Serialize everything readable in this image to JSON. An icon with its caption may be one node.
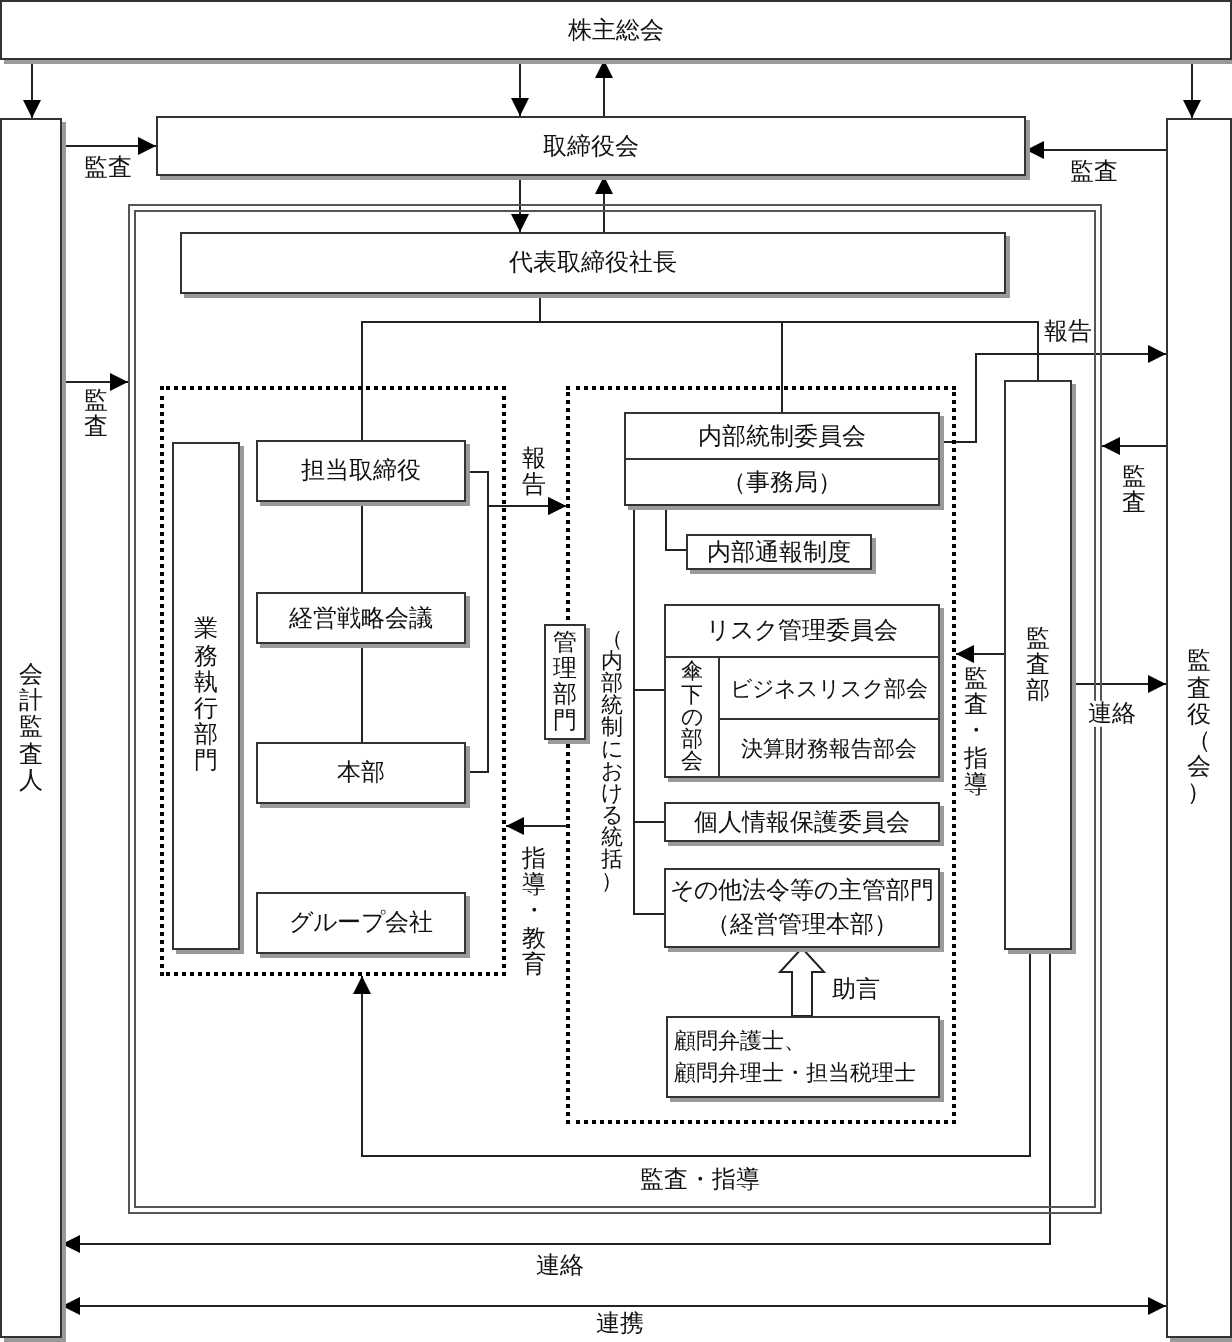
{
  "diagram": {
    "nodes": [
      {
        "text": [
          "株主総会"
        ]
      },
      {
        "text": [
          "会計監査人"
        ]
      },
      {
        "text": [
          "監査役（会）"
        ]
      },
      {
        "text": [
          "取締役会"
        ]
      },
      {
        "text": [],
        "shape": "box"
      },
      {
        "text": [
          "代表取締役社長"
        ],
        "in": 4
      },
      {
        "text": [],
        "shape": "box",
        "in": 4
      },
      {
        "text": [
          "業務執行部門"
        ],
        "in": 6
      },
      {
        "text": [
          "担当取締役"
        ],
        "in": 6
      },
      {
        "text": [
          "経営戦略会議"
        ],
        "in": 6
      },
      {
        "text": [
          "本部"
        ],
        "in": 6
      },
      {
        "text": [
          "グループ会社"
        ],
        "in": 6
      },
      {
        "text": [],
        "shape": "box",
        "in": 4
      },
      {
        "text": [
          "管理部門"
        ],
        "in": 4
      },
      {
        "text": [
          "内部統制委員会",
          "（事務局）"
        ],
        "in": 12
      },
      {
        "text": [
          "内部通報制度"
        ],
        "in": 12
      },
      {
        "text": [
          "リスク管理委員会",
          "傘下の部会",
          "ビジネスリスク部会",
          "決算財務報告部会"
        ],
        "in": 12
      },
      {
        "text": [
          "個人情報保護委員会"
        ],
        "in": 12
      },
      {
        "text": [
          "その他法令等の主管部門",
          "（経営管理本部）"
        ],
        "in": 12
      },
      {
        "text": [
          "顧問弁護士、顧問弁理士・担当税理士"
        ],
        "in": 12
      },
      {
        "text": [
          "監査部"
        ],
        "in": 4
      }
    ],
    "edges": [
      {
        "from": 0,
        "to": 1,
        "arrow": "to"
      },
      {
        "from": 0,
        "to": 3,
        "arrow": "to"
      },
      {
        "from": 3,
        "to": 0,
        "arrow": "to"
      },
      {
        "from": 0,
        "to": 2,
        "arrow": "to"
      },
      {
        "from": 1,
        "to": 3,
        "arrow": "to",
        "label": "監査"
      },
      {
        "from": 2,
        "to": 3,
        "arrow": "to",
        "label": "監査"
      },
      {
        "from": 3,
        "to": 5,
        "arrow": "to"
      },
      {
        "from": 5,
        "to": 3,
        "arrow": "to"
      },
      {
        "from": 1,
        "to": 4,
        "arrow": "to",
        "label": "監査"
      },
      {
        "from": 5,
        "to": 8,
        "arrow": "none"
      },
      {
        "from": 5,
        "to": 14,
        "arrow": "none"
      },
      {
        "from": 5,
        "to": 20,
        "arrow": "none"
      },
      {
        "from": 8,
        "to": 9,
        "arrow": "none"
      },
      {
        "from": 9,
        "to": 10,
        "arrow": "none"
      },
      {
        "from": 8,
        "to": 12,
        "arrow": "to",
        "label": "報告"
      },
      {
        "from": 10,
        "to": 12,
        "arrow": "to"
      },
      {
        "from": 12,
        "to": 6,
        "arrow": "to",
        "label": "指導・教育"
      },
      {
        "from": 14,
        "to": 2,
        "arrow": "to",
        "label": "報告"
      },
      {
        "from": 2,
        "to": 4,
        "arrow": "to",
        "label": "監査"
      },
      {
        "from": 20,
        "to": 12,
        "arrow": "to",
        "label": "監査・指導"
      },
      {
        "from": 20,
        "to": 2,
        "arrow": "to",
        "label": "連絡"
      },
      {
        "from": 20,
        "to": 6,
        "arrow": "to",
        "label": "監査・指導"
      },
      {
        "from": 20,
        "to": 1,
        "arrow": "to",
        "label": "連絡"
      },
      {
        "from": 1,
        "to": 2,
        "arrow": "both",
        "label": "連携"
      },
      {
        "from": 14,
        "to": 15,
        "arrow": "none"
      },
      {
        "from": 14,
        "to": 16,
        "arrow": "none"
      },
      {
        "from": 14,
        "to": 17,
        "arrow": "none"
      },
      {
        "from": 14,
        "to": 18,
        "arrow": "none"
      },
      {
        "from": 19,
        "to": 18,
        "arrow": "to",
        "label": "助言",
        "style": "thick"
      }
    ],
    "labels": [
      "（内部統制における統括）"
    ]
  }
}
